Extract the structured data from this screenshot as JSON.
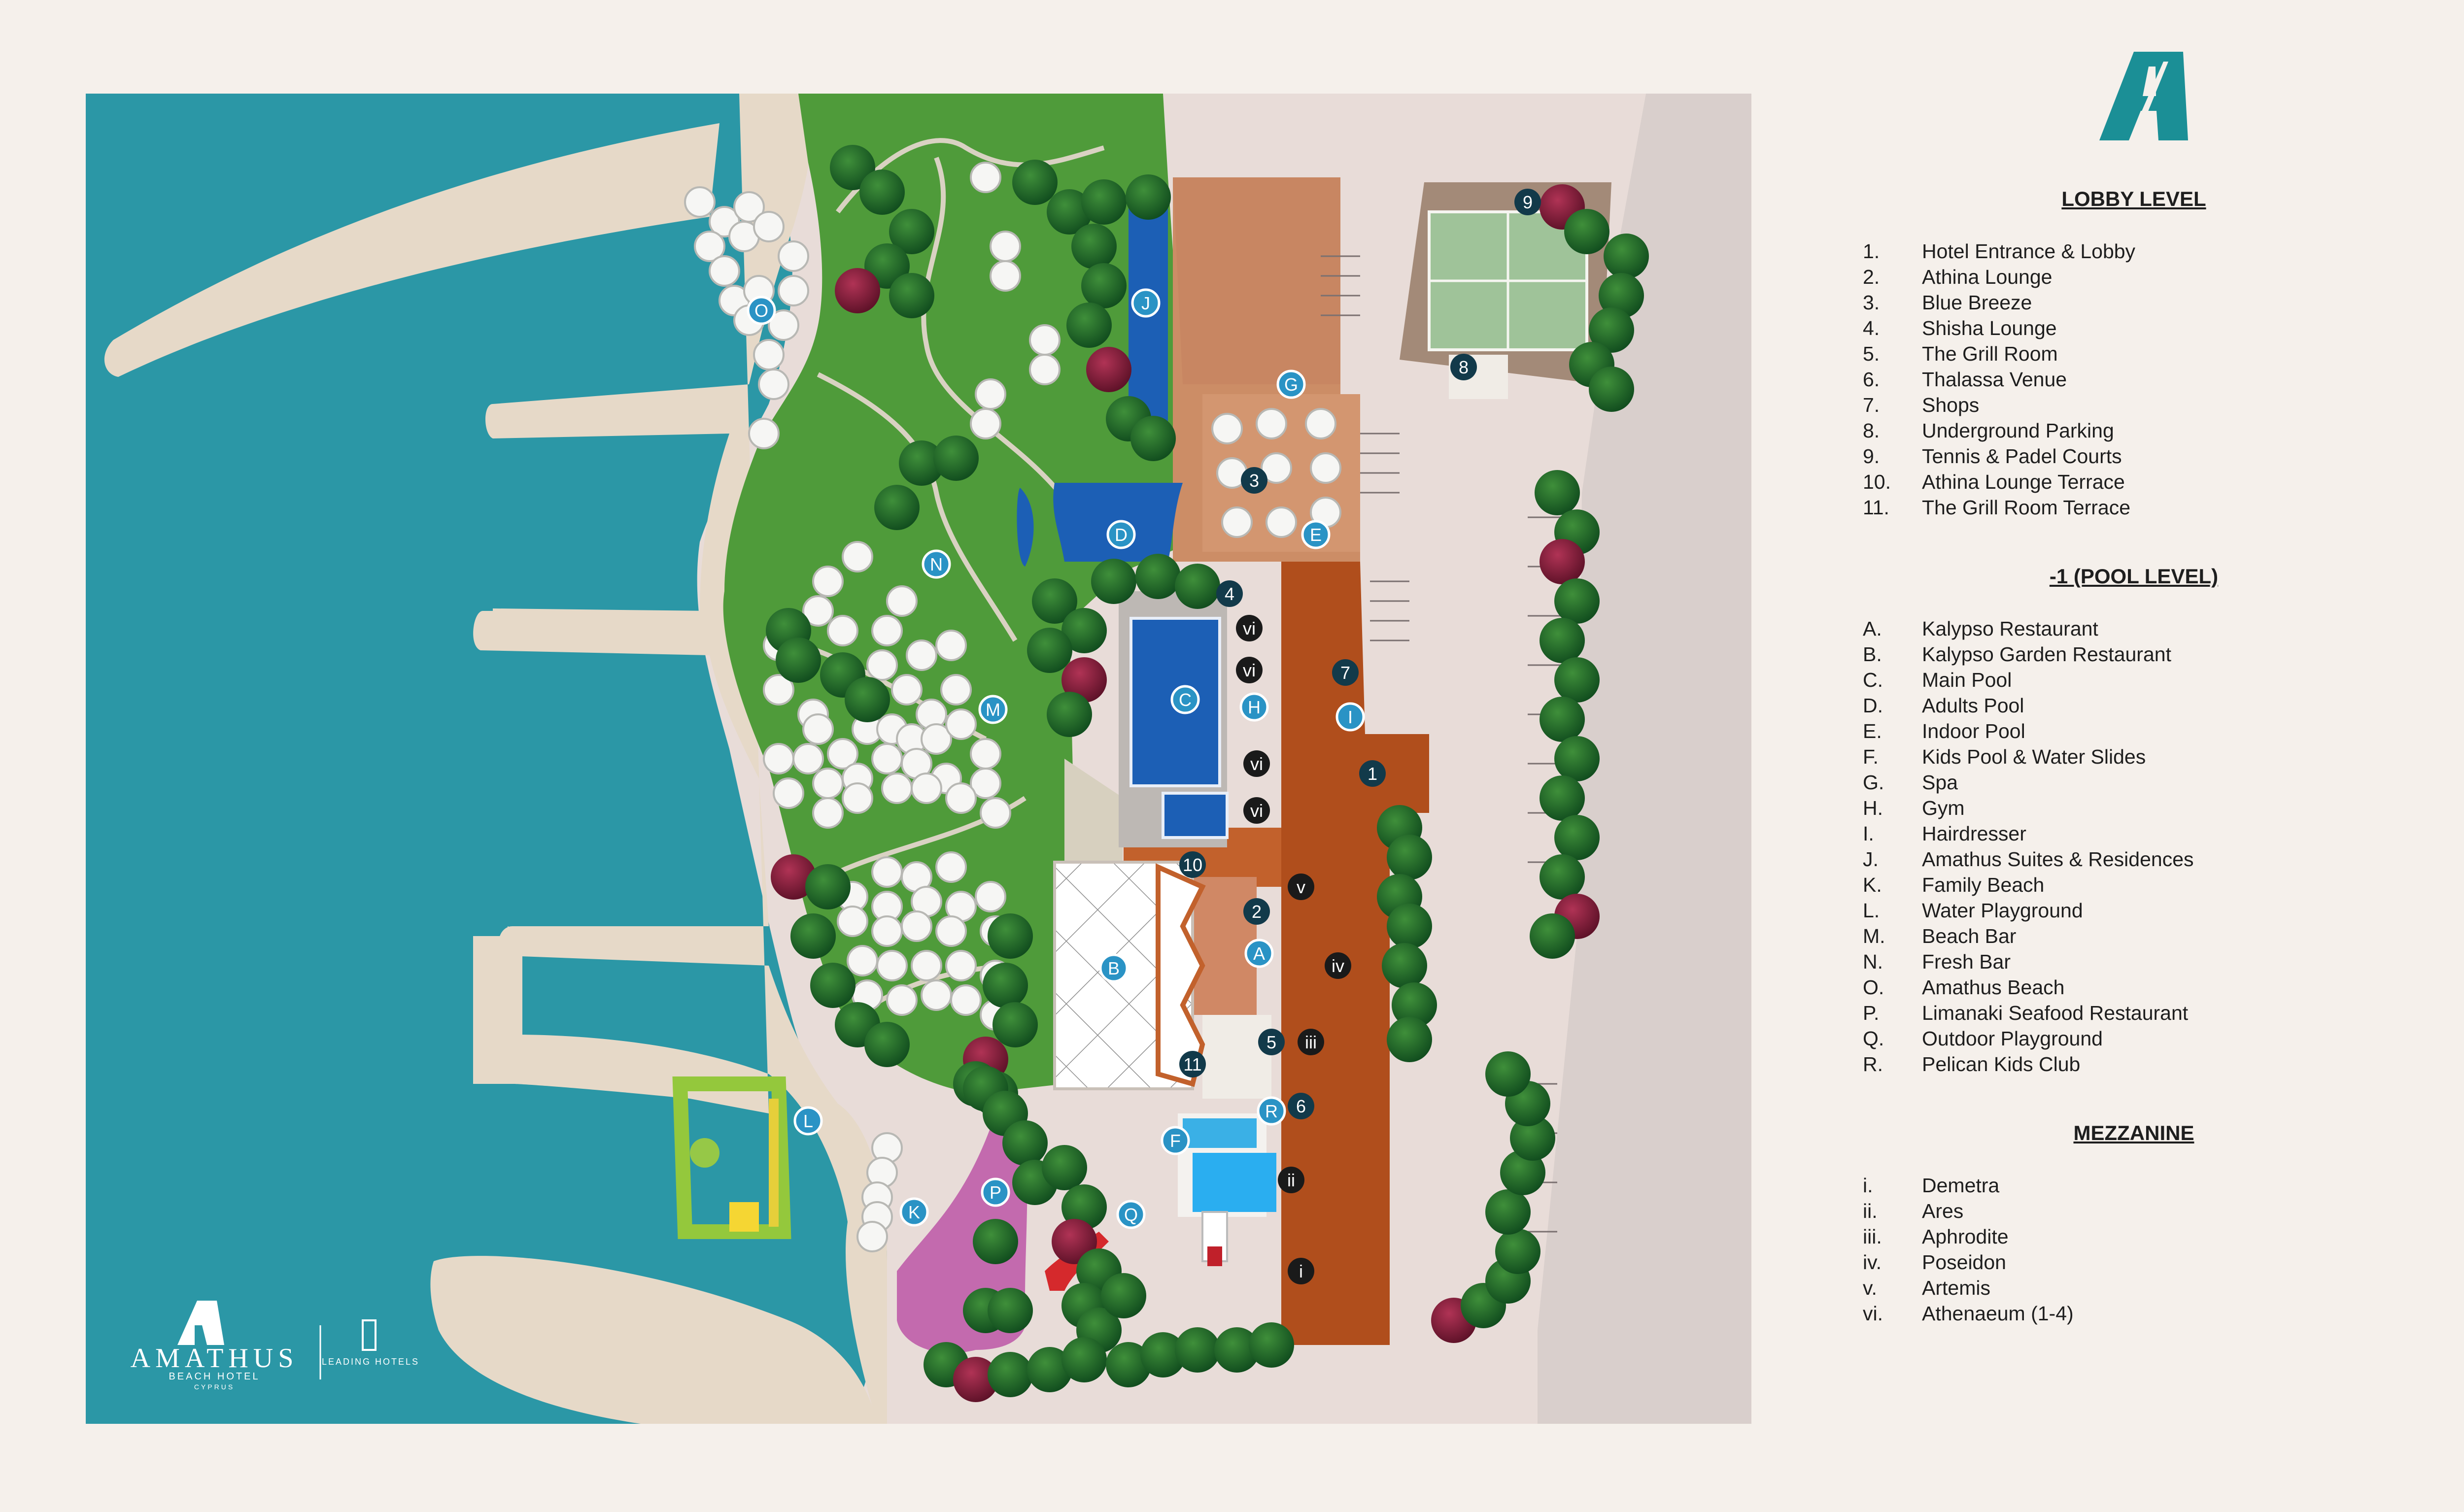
{
  "brand": {
    "name": "AMATHUS",
    "sub": "BEACH HOTEL",
    "place": "CYPRUS",
    "partner": "LEADING HOTELS"
  },
  "colors": {
    "sea": "#2b97a6",
    "sand": "#e6d9c8",
    "grass": "#4f9b3a",
    "grass_light": "#5fae45",
    "pavement": "#e8dcd8",
    "road": "#d7ccca",
    "terrace": "#b04e1c",
    "terrace_light": "#d98b5f",
    "pool": "#1c5fb5",
    "playground": "#c36aae",
    "marker_blue": "#2a93c5",
    "marker_dark": "#123a4a",
    "marker_black": "#1a1a1a",
    "logo_teal": "#1b8f96"
  },
  "legend": {
    "lobby": {
      "title": "LOBBY LEVEL",
      "items": [
        {
          "k": "1.",
          "v": "Hotel Entrance & Lobby"
        },
        {
          "k": "2.",
          "v": "Athina Lounge"
        },
        {
          "k": "3.",
          "v": "Blue Breeze"
        },
        {
          "k": "4.",
          "v": "Shisha Lounge"
        },
        {
          "k": "5.",
          "v": "The Grill Room"
        },
        {
          "k": "6.",
          "v": "Thalassa Venue"
        },
        {
          "k": "7.",
          "v": "Shops"
        },
        {
          "k": "8.",
          "v": "Underground Parking"
        },
        {
          "k": "9.",
          "v": "Tennis & Padel Courts"
        },
        {
          "k": "10.",
          "v": "Athina Lounge Terrace"
        },
        {
          "k": "11.",
          "v": "The Grill Room Terrace"
        }
      ]
    },
    "pool": {
      "title": "-1 (POOL LEVEL)",
      "items": [
        {
          "k": "A.",
          "v": "Kalypso Restaurant"
        },
        {
          "k": "B.",
          "v": "Kalypso Garden Restaurant"
        },
        {
          "k": "C.",
          "v": "Main Pool"
        },
        {
          "k": "D.",
          "v": "Adults Pool"
        },
        {
          "k": "E.",
          "v": "Indoor Pool"
        },
        {
          "k": "F.",
          "v": "Kids Pool & Water Slides"
        },
        {
          "k": "G.",
          "v": "Spa"
        },
        {
          "k": "H.",
          "v": "Gym"
        },
        {
          "k": "I.",
          "v": "Hairdresser"
        },
        {
          "k": "J.",
          "v": "Amathus Suites & Residences"
        },
        {
          "k": "K.",
          "v": "Family Beach"
        },
        {
          "k": "L.",
          "v": "Water Playground"
        },
        {
          "k": "M.",
          "v": "Beach Bar"
        },
        {
          "k": "N.",
          "v": "Fresh Bar"
        },
        {
          "k": "O.",
          "v": "Amathus Beach"
        },
        {
          "k": "P.",
          "v": "Limanaki Seafood Restaurant"
        },
        {
          "k": "Q.",
          "v": "Outdoor Playground"
        },
        {
          "k": "R.",
          "v": "Pelican Kids Club"
        }
      ]
    },
    "mezz": {
      "title": "MEZZANINE",
      "items": [
        {
          "k": "i.",
          "v": "Demetra"
        },
        {
          "k": "ii.",
          "v": "Ares"
        },
        {
          "k": "iii.",
          "v": "Aphrodite"
        },
        {
          "k": "iv.",
          "v": "Poseidon"
        },
        {
          "k": "v.",
          "v": "Artemis"
        },
        {
          "k": "vi.",
          "v": "Athenaeum (1-4)"
        }
      ]
    }
  },
  "markers": {
    "lobby": [
      "1",
      "2",
      "3",
      "4",
      "5",
      "6",
      "7",
      "8",
      "9",
      "10",
      "11"
    ],
    "pool": [
      "A",
      "B",
      "C",
      "D",
      "E",
      "F",
      "G",
      "H",
      "I",
      "J",
      "K",
      "L",
      "M",
      "N",
      "O",
      "P",
      "Q",
      "R"
    ],
    "mezz": [
      "i",
      "ii",
      "iii",
      "iv",
      "v",
      "vi",
      "vi",
      "vi",
      "vi"
    ]
  }
}
